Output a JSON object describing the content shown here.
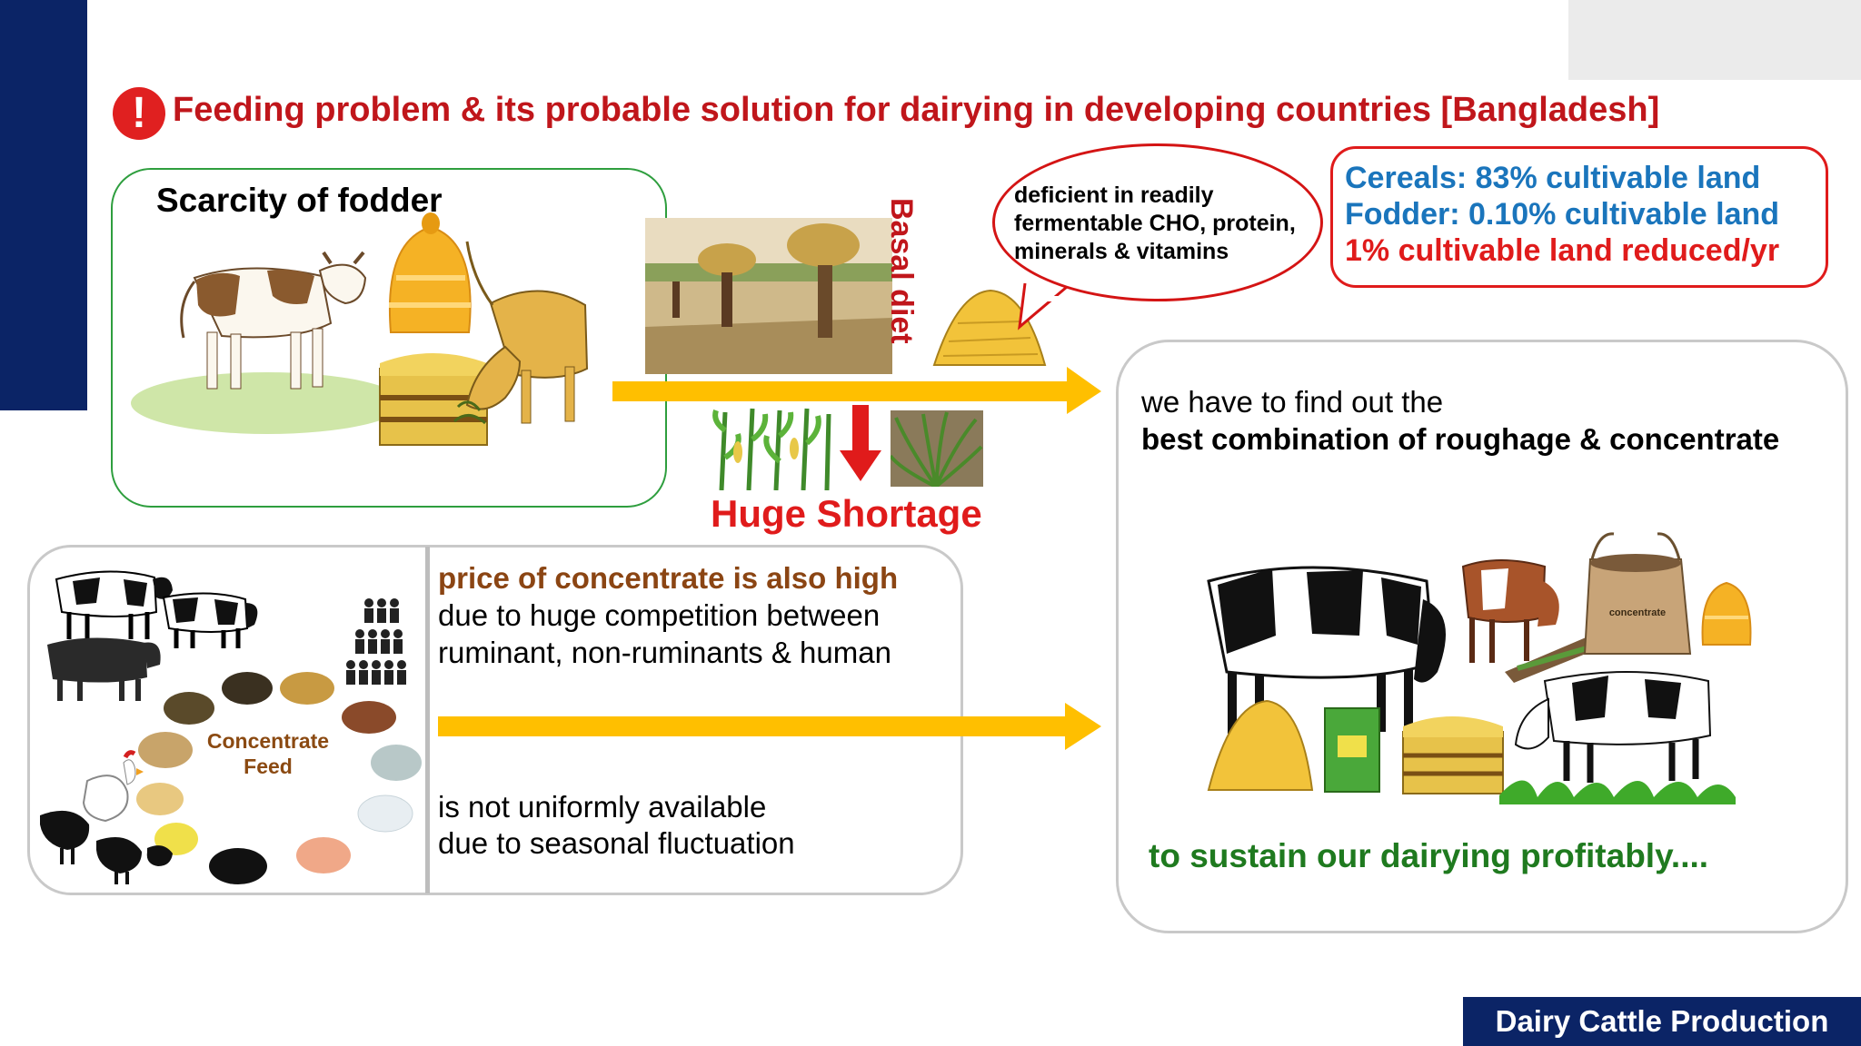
{
  "title": {
    "icon": "exclamation-icon",
    "icon_glyph": "!",
    "text": "Feeding problem & its probable solution for dairying in developing countries [Bangladesh]"
  },
  "scarcity": {
    "label": "Scarcity of  fodder"
  },
  "basal_diet": "Basal diet",
  "bubble": {
    "text": "deficient in readily fermentable CHO, protein, minerals & vitamins"
  },
  "stats": {
    "cereals": "Cereals: 83% cultivable land",
    "fodder": "Fodder: 0.10% cultivable land",
    "reduction": "1% cultivable land reduced/yr"
  },
  "shortage": "Huge Shortage",
  "concentrate": {
    "label": "Concentrate Feed",
    "price_heading": "price of concentrate is also high",
    "price_line1": "due to huge competition between",
    "price_line2": "ruminant, non-ruminants & human",
    "availability_line1": "is not uniformly available",
    "availability_line2": "due to seasonal fluctuation"
  },
  "solution": {
    "line1": "we have to find out the",
    "line2": "best combination of roughage & concentrate",
    "sack_label": "concentrate",
    "closing": "to sustain our dairying profitably...."
  },
  "footer": "Dairy Cattle Production",
  "colors": {
    "navy": "#0b2466",
    "title_red": "#c0161b",
    "alert_red": "#e01b1b",
    "stat_blue": "#1a75bc",
    "arrow_yellow": "#ffbf00",
    "green_border": "#2e9e3e",
    "closing_green": "#1f7a1f",
    "concentrate_brown": "#8b4513"
  }
}
